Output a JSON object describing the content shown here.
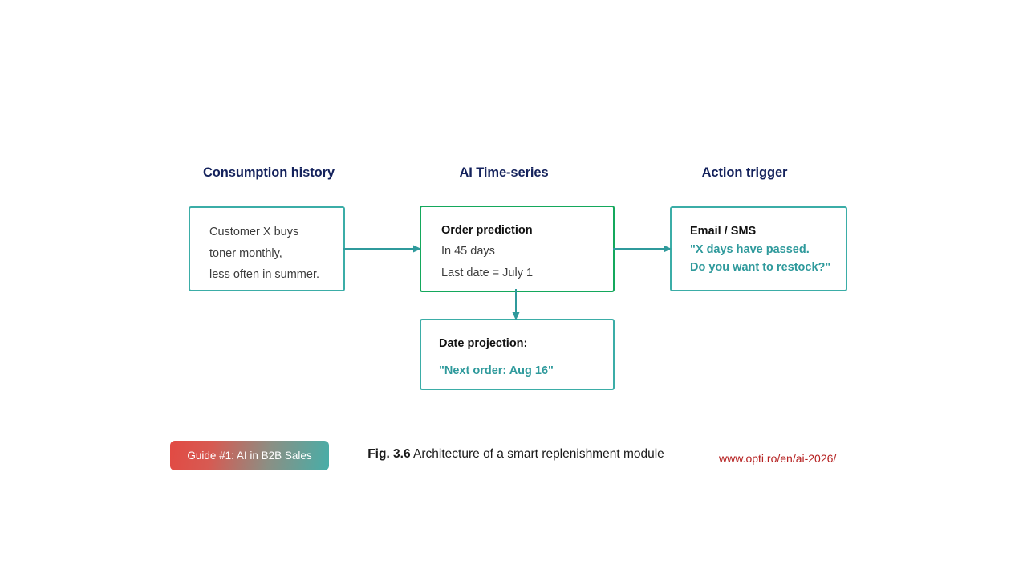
{
  "headings": {
    "consumption": "Consumption history",
    "ai": "AI Time-series",
    "action": "Action trigger"
  },
  "boxes": {
    "consumption": {
      "border_color": "#3bada7",
      "lines": [
        "Customer X buys",
        "toner monthly,",
        "less often in summer."
      ]
    },
    "prediction": {
      "border_color": "#14a85c",
      "title": "Order prediction",
      "lines": [
        "In 45 days",
        "Last date = July 1"
      ]
    },
    "email": {
      "border_color": "#3bada7",
      "title": "Email / SMS",
      "quote_line_1": "\"X days have passed.",
      "quote_line_2": "Do you want to restock?\""
    },
    "projection": {
      "border_color": "#3bada7",
      "title": "Date projection:",
      "quote": "\"Next order: Aug 16\""
    }
  },
  "connectors": {
    "arrow_color": "#2f9a9c",
    "arrow_1_name": "consumption-to-prediction",
    "arrow_2_name": "prediction-to-email",
    "arrow_3_name": "prediction-to-projection"
  },
  "footer": {
    "badge_label": "Guide #1: AI in B2B Sales",
    "badge_gradient_from": "#e24a43",
    "badge_gradient_to": "#47aea8",
    "caption_label": "Fig. 3.6",
    "caption_text": " Architecture of a smart replenishment module",
    "url": "www.opti.ro/en/ai-2026/",
    "url_color": "#b52020"
  }
}
